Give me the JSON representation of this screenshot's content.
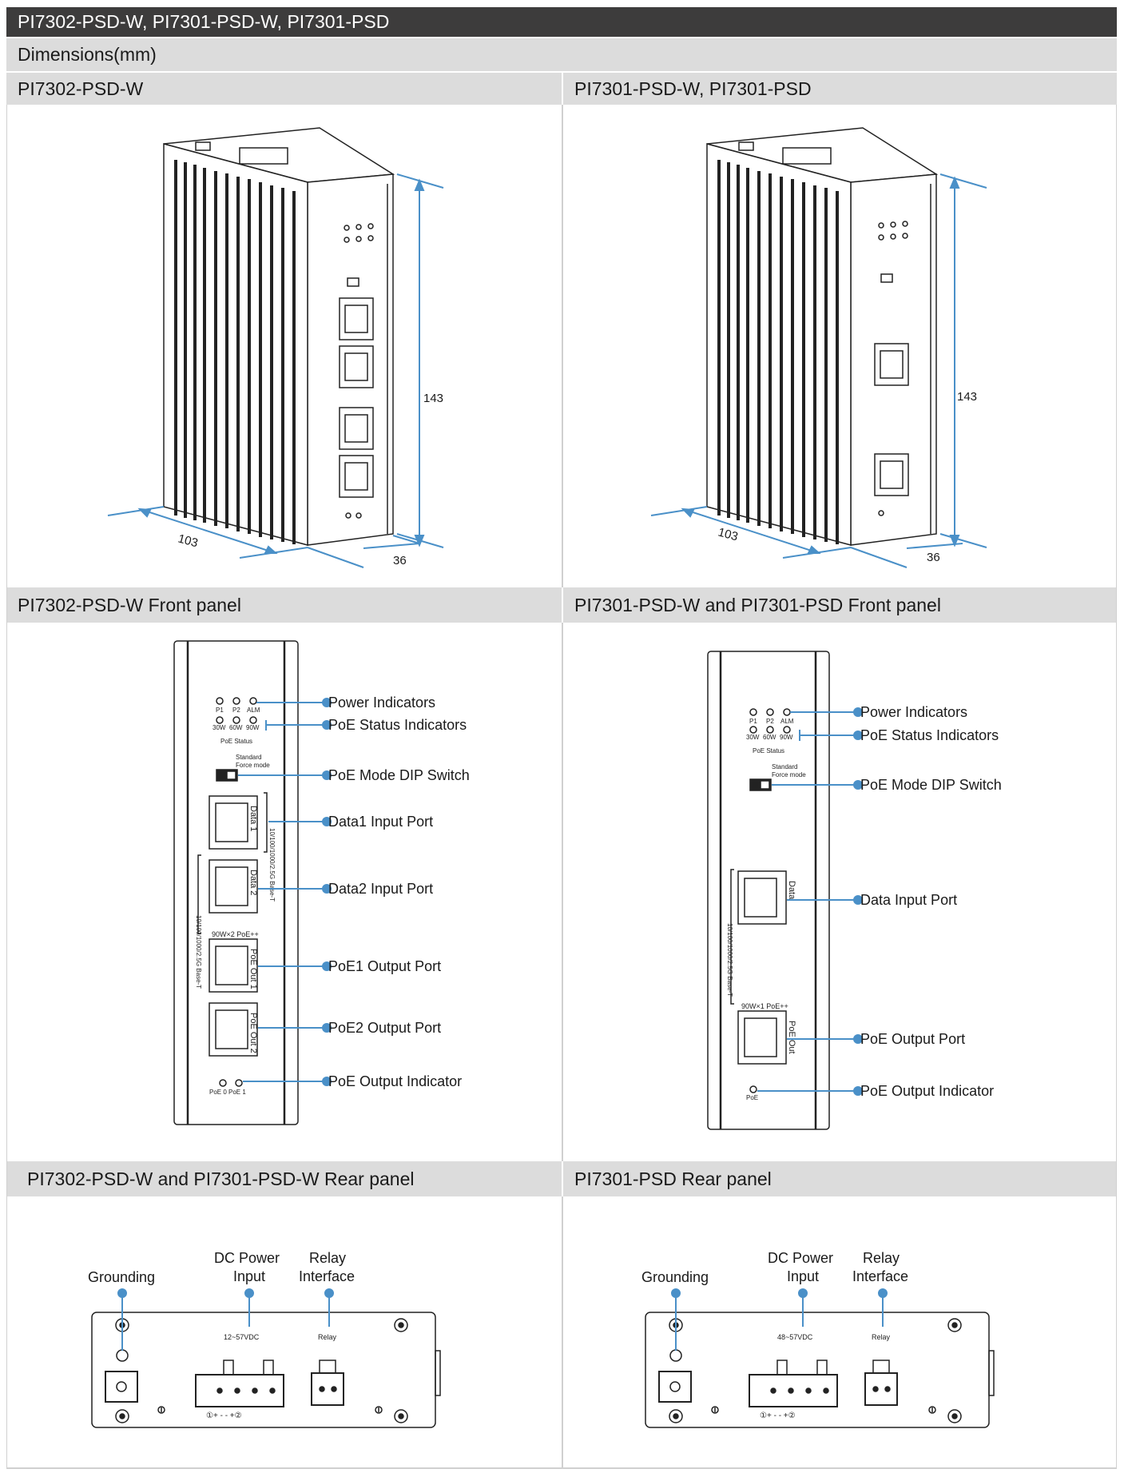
{
  "header": {
    "title": "PI7302-PSD-W, PI7301-PSD-W, PI7301-PSD"
  },
  "dimensions": {
    "label": "Dimensions(mm)",
    "left_title": "PI7302-PSD-W",
    "right_title": "PI7301-PSD-W, PI7301-PSD",
    "height": "143",
    "length": "103",
    "width": "36"
  },
  "front": {
    "left_title": "PI7302-PSD-W Front panel",
    "right_title": "PI7301-PSD-W and PI7301-PSD Front panel",
    "left_callouts": [
      "Power Indicators",
      "PoE Status Indicators",
      "PoE Mode DIP Switch",
      "Data1 Input Port",
      "Data2 Input Port",
      "PoE1 Output Port",
      "PoE2 Output Port",
      "PoE Output Indicator"
    ],
    "right_callouts": [
      "Power Indicators",
      "PoE Status Indicators",
      "PoE Mode DIP Switch",
      "Data Input Port",
      "PoE Output Port",
      "PoE Output Indicator"
    ],
    "panel_text": {
      "p1": "P1",
      "p2": "P2",
      "alm": "ALM",
      "w30": "30W",
      "w60": "60W",
      "w90": "90W",
      "poe_status": "PoE Status",
      "standard": "Standard",
      "force": "Force mode",
      "data1": "Data 1",
      "data2": "Data 2",
      "data": "Data",
      "poe_out1": "PoE Out 1",
      "poe_out2": "PoE Out 2",
      "poe_out": "PoE Out",
      "speed": "10/100/1000/2.5G Base-T",
      "budget2": "90W×2 PoE++",
      "budget1": "90W×1 PoE++",
      "poe0": "PoE 0",
      "poe1": "PoE 1",
      "poe": "PoE"
    }
  },
  "rear": {
    "left_title": "PI7302-PSD-W and PI7301-PSD-W Rear panel",
    "right_title": "PI7301-PSD Rear panel",
    "grounding": "Grounding",
    "dc_power": [
      "DC Power",
      "Input"
    ],
    "relay_interface": [
      "Relay",
      "Interface"
    ],
    "left_voltage": "12~57VDC",
    "right_voltage": "48~57VDC",
    "relay": "Relay",
    "terminal_marks": "①+  -     -  +②"
  },
  "colors": {
    "accent": "#4a90c8",
    "header_bg": "#3d3c3c",
    "band_bg": "#dcdcdc"
  }
}
